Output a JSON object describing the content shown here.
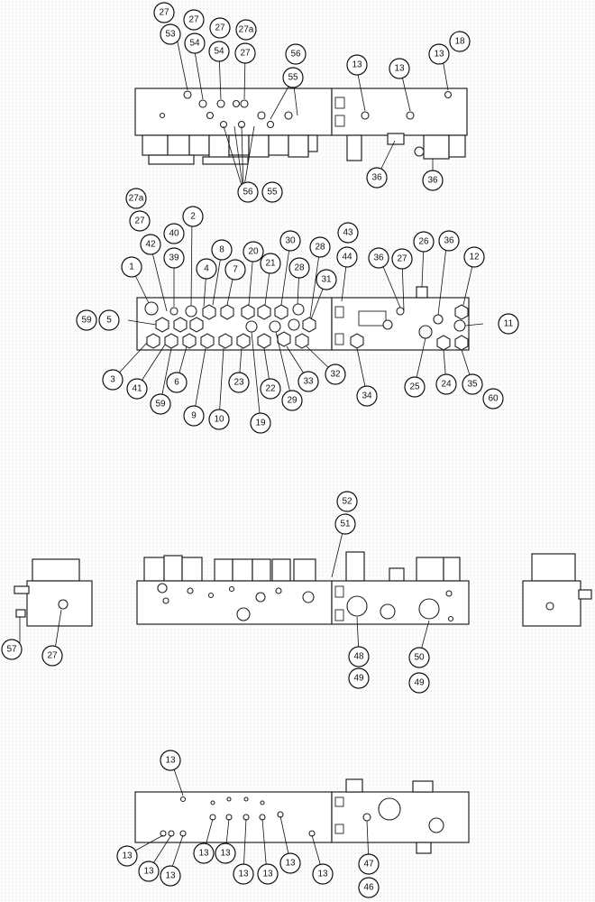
{
  "callouts": {
    "v1": [
      "27",
      "53",
      "27",
      "54",
      "27",
      "54",
      "27a",
      "27",
      "56",
      "55",
      "13",
      "13",
      "13",
      "18",
      "36",
      "36",
      "56",
      "55"
    ],
    "v2": [
      "27a",
      "27",
      "2",
      "40",
      "42",
      "39",
      "1",
      "4",
      "8",
      "7",
      "20",
      "21",
      "30",
      "28",
      "31",
      "43",
      "44",
      "36",
      "27",
      "26",
      "36",
      "12",
      "59",
      "5",
      "11",
      "3",
      "41",
      "6",
      "59",
      "9",
      "10",
      "23",
      "19",
      "22",
      "29",
      "33",
      "32",
      "34",
      "25",
      "24",
      "35",
      "60"
    ],
    "v3": [
      "52",
      "51",
      "57",
      "27",
      "48",
      "49",
      "50",
      "49"
    ],
    "v4": [
      "13",
      "13",
      "13",
      "13",
      "13",
      "13",
      "13",
      "13",
      "13",
      "13",
      "47",
      "46"
    ]
  }
}
